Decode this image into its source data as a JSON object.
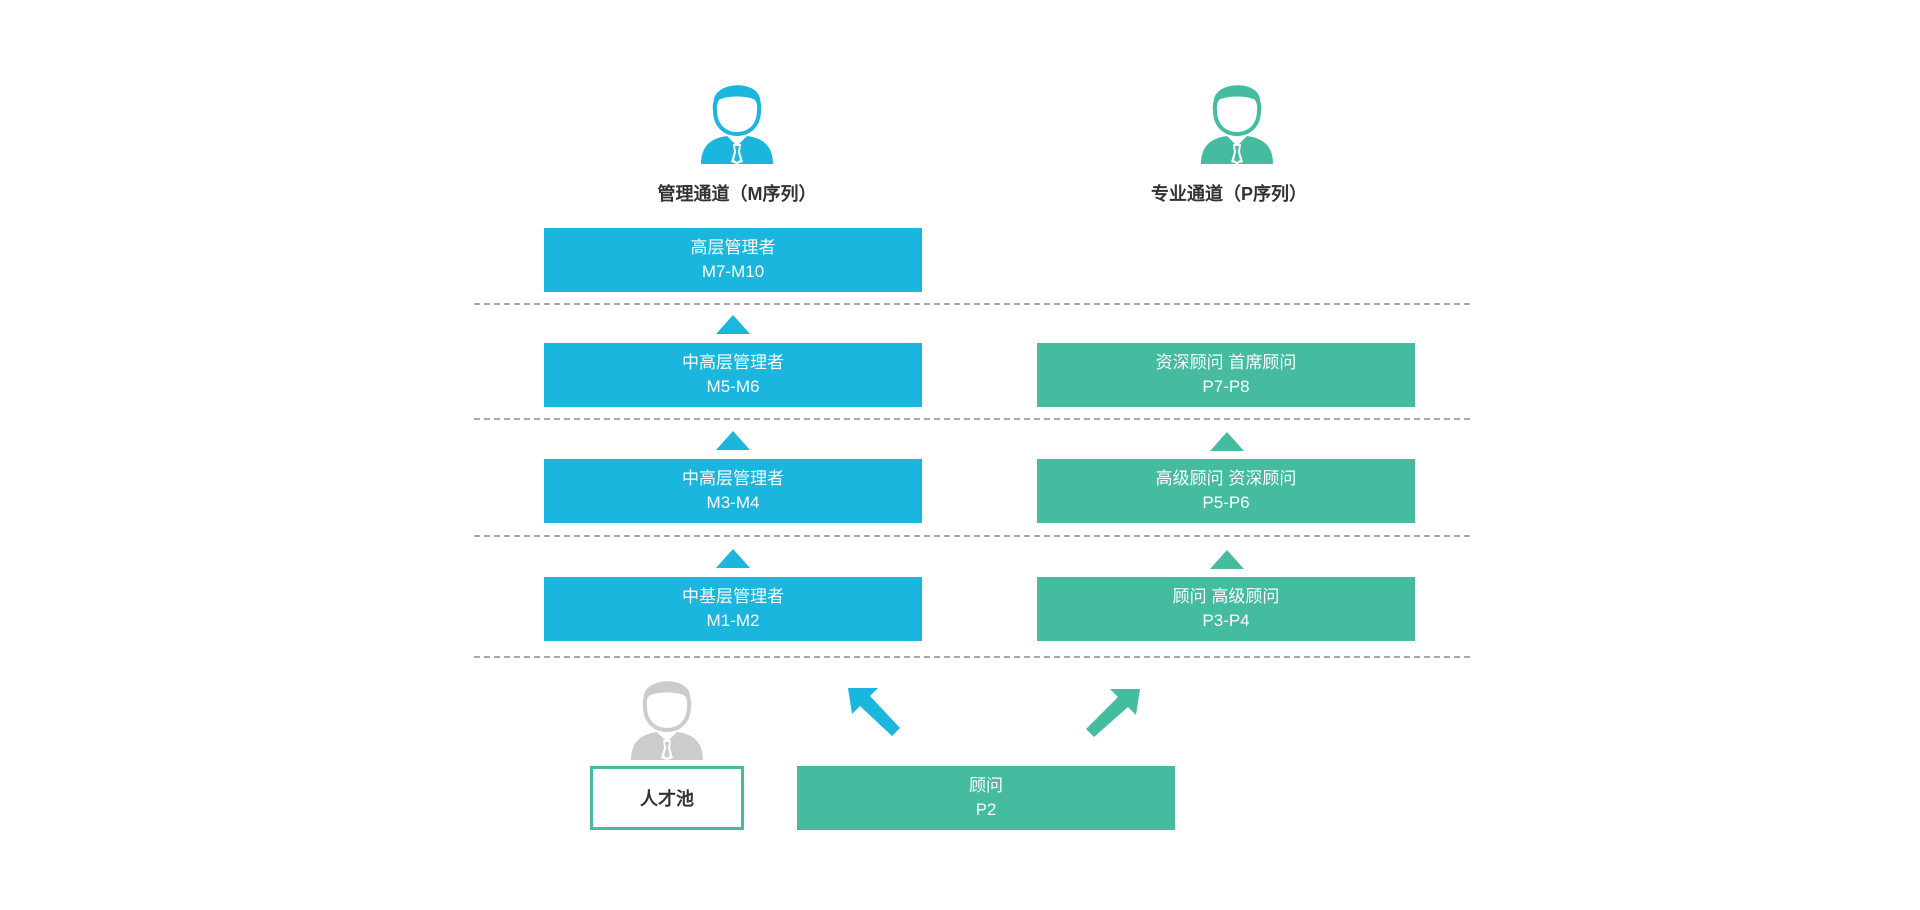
{
  "colors": {
    "management": "#1ab6dd",
    "professional": "#45bb9f",
    "pool": "#cccccc",
    "divider": "#a8a8a8"
  },
  "management": {
    "icon": "person-icon",
    "title": "管理通道（M序列）",
    "levels": [
      {
        "name": "高层管理者",
        "code": "M7-M10"
      },
      {
        "name": "中高层管理者",
        "code": "M5-M6"
      },
      {
        "name": "中高层管理者",
        "code": "M3-M4"
      },
      {
        "name": "中基层管理者",
        "code": "M1-M2"
      }
    ]
  },
  "professional": {
    "icon": "person-icon",
    "title": "专业通道（P序列）",
    "levels": [
      {
        "name": "资深顾问 首席顾问",
        "code": "P7-P8"
      },
      {
        "name": "高级顾问 资深顾问",
        "code": "P5-P6"
      },
      {
        "name": "顾问 高级顾问",
        "code": "P3-P4"
      }
    ]
  },
  "pool": {
    "icon": "person-icon",
    "label": "人才池"
  },
  "entry": {
    "name": "顾问",
    "code": "P2"
  }
}
